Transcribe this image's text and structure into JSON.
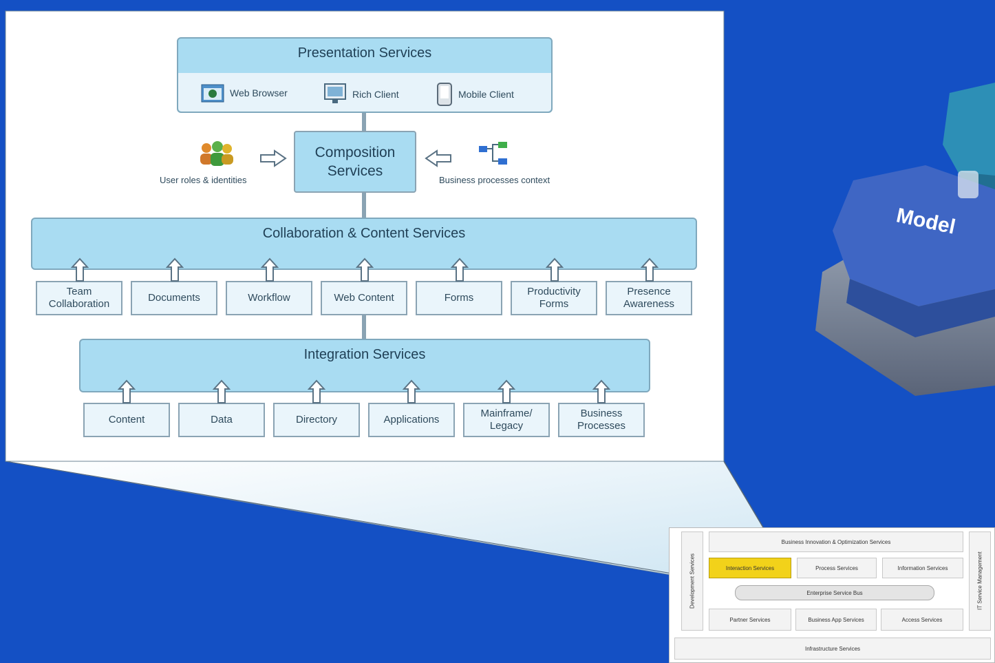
{
  "presentation": {
    "title": "Presentation Services",
    "clients": [
      {
        "label": "Web Browser",
        "icon": "browser-icon"
      },
      {
        "label": "Rich Client",
        "icon": "monitor-icon"
      },
      {
        "label": "Mobile Client",
        "icon": "mobile-icon"
      }
    ]
  },
  "composition": {
    "title": "Composition\nServices",
    "left_label": "User roles & identities",
    "right_label": "Business processes context"
  },
  "collaboration": {
    "title": "Collaboration & Content Services",
    "items": [
      "Team\nCollaboration",
      "Documents",
      "Workflow",
      "Web Content",
      "Forms",
      "Productivity\nForms",
      "Presence\nAwareness"
    ]
  },
  "integration": {
    "title": "Integration Services",
    "items": [
      "Content",
      "Data",
      "Directory",
      "Applications",
      "Mainframe/\nLegacy",
      "Business\nProcesses"
    ]
  },
  "mini": {
    "top": "Business Innovation & Optimization Services",
    "interaction": "Interaction Services",
    "process": "Process Services",
    "information": "Information Services",
    "esb": "Enterprise Service Bus",
    "partner": "Partner Services",
    "business_app": "Business App Services",
    "access": "Access Services",
    "infrastructure": "Infrastructure Services",
    "dev": "Development Services",
    "it_mgmt": "IT Service Management"
  },
  "model_label": "Model",
  "colors": {
    "background": "#1450c4",
    "header": "#a9dcf2",
    "box": "#eaf5fb",
    "highlight": "#f2d21a",
    "hex_blue": "#3f66c4"
  }
}
